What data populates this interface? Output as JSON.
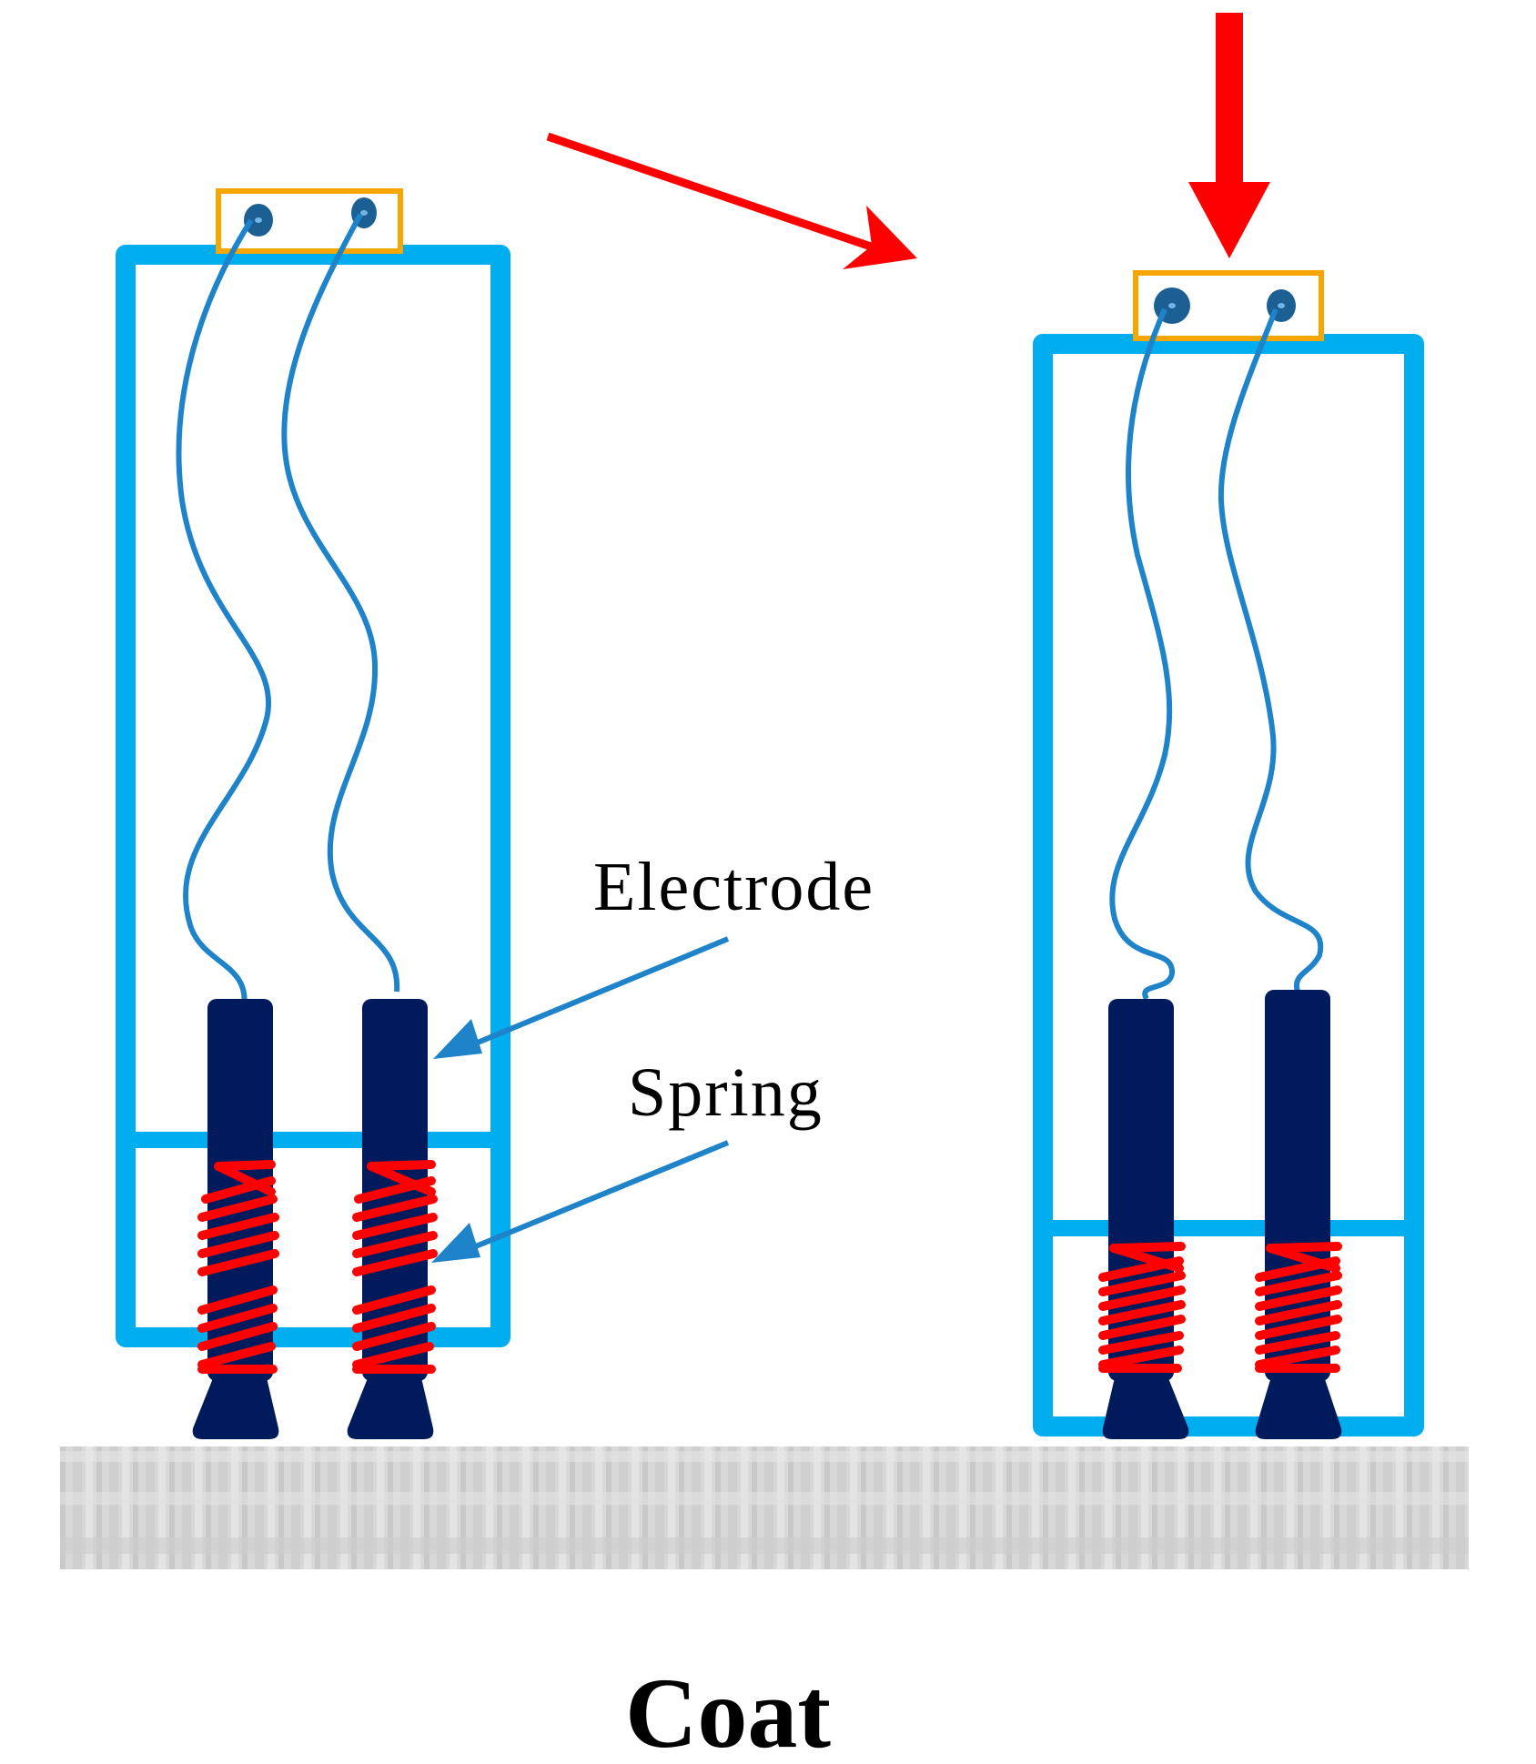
{
  "labels": {
    "electrode": "Electrode",
    "spring": "Spring",
    "coat": "Coat"
  },
  "colors": {
    "housing": "#00aeef",
    "connector": "#f7a600",
    "wire": "#1f83c9",
    "terminal": "#1b5f93",
    "electrode": "#001a5c",
    "spring": "#ff0000",
    "arrow": "#ff0000",
    "pointer": "#1f83c9",
    "coat": "#d6d6d6"
  }
}
